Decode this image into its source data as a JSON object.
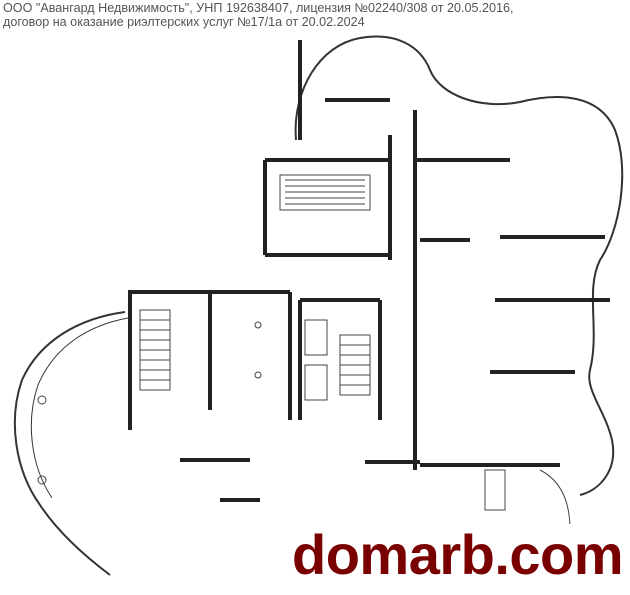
{
  "header": {
    "line1": "ООО \"Авангард Недвижимость\", УНП 192638407, лицензия №02240/308 от 20.05.2016,",
    "line2": "договор на оказание риэлтерских услуг №17/1а от 20.02.2024"
  },
  "watermark": {
    "text": "domarb.com",
    "color": "#7a0000"
  }
}
